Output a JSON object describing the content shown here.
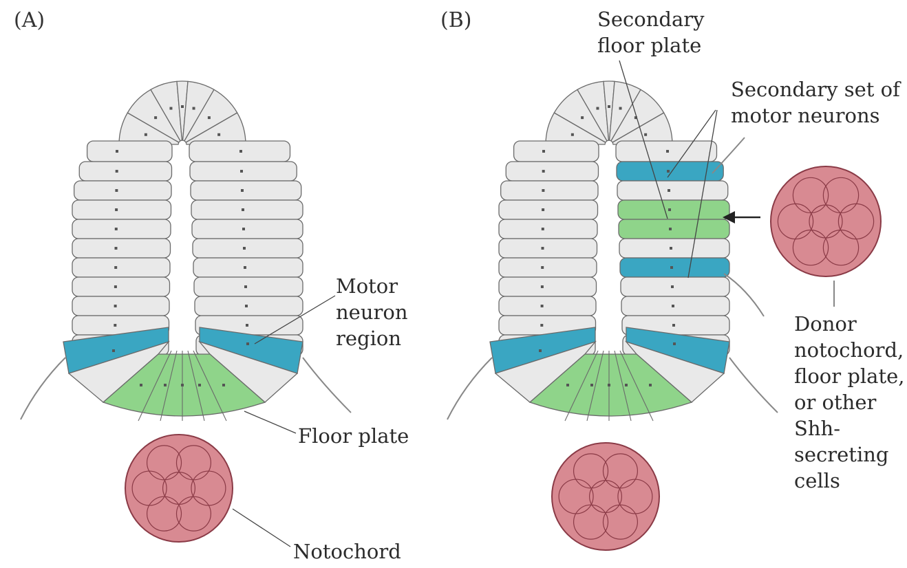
{
  "panels": [
    {
      "tag": "(A)",
      "labels": {
        "motor_neuron_region": [
          "Motor",
          "neuron",
          "region"
        ],
        "floor_plate": "Floor plate",
        "notochord": "Notochord"
      }
    },
    {
      "tag": "(B)",
      "labels": {
        "secondary_floor_plate": [
          "Secondary",
          "floor plate"
        ],
        "secondary_motor_neurons": [
          "Secondary set of",
          "motor neurons"
        ],
        "donor": [
          "Donor",
          "notochord,",
          "floor plate,",
          "or other",
          "Shh-",
          "secreting",
          "cells"
        ]
      }
    }
  ],
  "colors": {
    "cell_fill": "#e9e9e9",
    "cell_stroke": "#6a6a6a",
    "motor_neuron": "#3aa6c2",
    "floor_plate": "#8fd48a",
    "notochord": "#d88a92",
    "notochord_stroke": "#8a3a46"
  }
}
